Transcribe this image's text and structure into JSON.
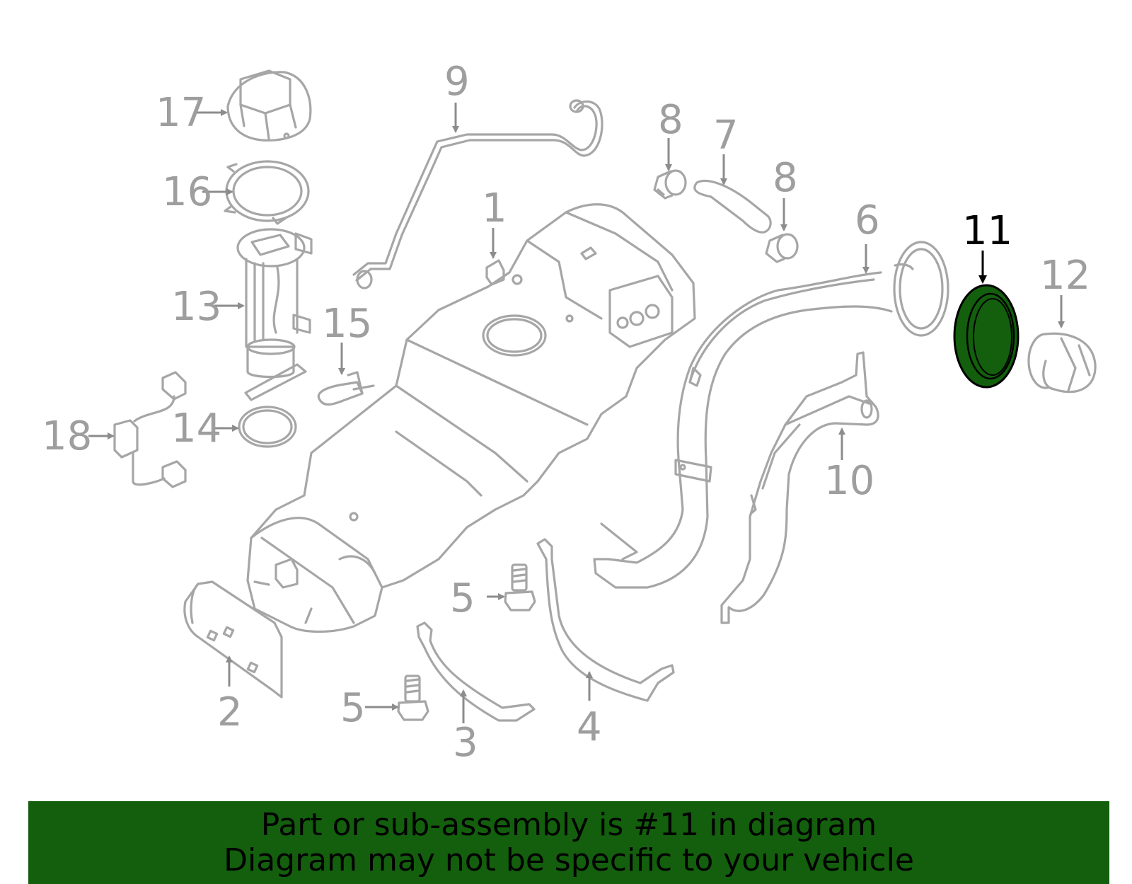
{
  "highlight_color": "#135f0d",
  "highlighted_part": "11",
  "callouts": {
    "c1": "1",
    "c2": "2",
    "c3": "3",
    "c4": "4",
    "c5a": "5",
    "c5b": "5",
    "c6": "6",
    "c7": "7",
    "c8a": "8",
    "c8b": "8",
    "c9": "9",
    "c10": "10",
    "c11": "11",
    "c12": "12",
    "c13": "13",
    "c14": "14",
    "c15": "15",
    "c16": "16",
    "c17": "17",
    "c18": "18"
  },
  "banner": {
    "line1": "Part or sub-assembly is #11 in diagram",
    "line2": "Diagram may not be specific to your vehicle"
  }
}
